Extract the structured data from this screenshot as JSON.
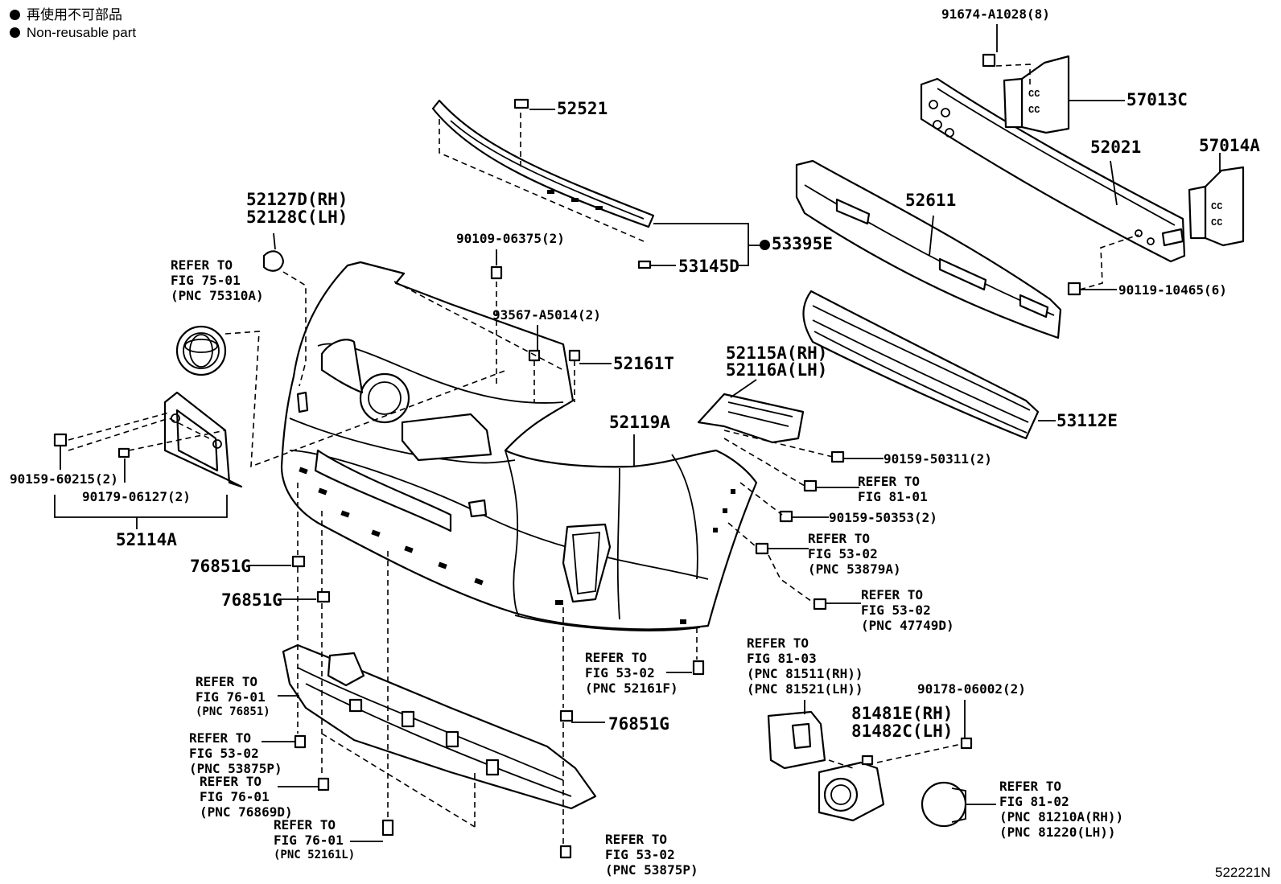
{
  "legend": [
    {
      "icon": "filled-circle-icon",
      "text": "再使用不可部品"
    },
    {
      "icon": "filled-circle-icon",
      "text": "Non-reusable part"
    }
  ],
  "figure_id": "522221N",
  "callouts": {
    "c91674": "91674-A1028(8)",
    "c57013c": "57013C",
    "c52021": "52021",
    "c57014a": "57014A",
    "c52611": "52611",
    "c52521": "52521",
    "c90109": "90109-06375(2)",
    "c53395e": "53395E",
    "c53145d": "53145D",
    "c90119": "90119-10465(6)",
    "c52127d": "52127D(RH)",
    "c52128c": "52128C(LH)",
    "ref7501": [
      "REFER TO",
      "FIG 75-01",
      "(PNC 75310A)"
    ],
    "c93567": "93567-A5014(2)",
    "c52161t": "52161T",
    "c52115a": "52115A(RH)",
    "c52116a": "52116A(LH)",
    "c53112e": "53112E",
    "c52119a": "52119A",
    "c90159_50311": "90159-50311(2)",
    "ref8101": [
      "REFER TO",
      "FIG 81-01"
    ],
    "c90159_50353": "90159-50353(2)",
    "ref5302a": [
      "REFER TO",
      "FIG 53-02",
      "(PNC 53879A)"
    ],
    "ref5302b": [
      "REFER TO",
      "FIG 53-02",
      "(PNC 47749D)"
    ],
    "c90159_60215": "90159-60215(2)",
    "c90179": "90179-06127(2)",
    "c52114a": "52114A",
    "c76851g_1": "76851G",
    "c76851g_2": "76851G",
    "c76851g_3": "76851G",
    "ref7601a": [
      "REFER TO",
      "FIG 76-01",
      "(PNC 76851)"
    ],
    "ref5302c": [
      "REFER TO",
      "FIG 53-02",
      "(PNC 53875P)"
    ],
    "ref7601b": [
      "REFER TO",
      "FIG 76-01",
      "(PNC 76869D)"
    ],
    "ref7601c": [
      "REFER TO",
      "FIG 76-01",
      "(PNC 52161L)"
    ],
    "ref5302d": [
      "REFER TO",
      "FIG 53-02",
      "(PNC 52161F)"
    ],
    "ref5302e": [
      "REFER TO",
      "FIG 53-02",
      "(PNC 53875P)"
    ],
    "ref8103": [
      "REFER TO",
      "FIG 81-03",
      "(PNC 81511(RH))",
      "(PNC 81521(LH))"
    ],
    "c90178": "90178-06002(2)",
    "c81481e": "81481E(RH)",
    "c81482c": "81482C(LH)",
    "ref8102": [
      "REFER TO",
      "FIG 81-02",
      "(PNC 81210A(RH))",
      "(PNC 81220(LH))"
    ]
  }
}
